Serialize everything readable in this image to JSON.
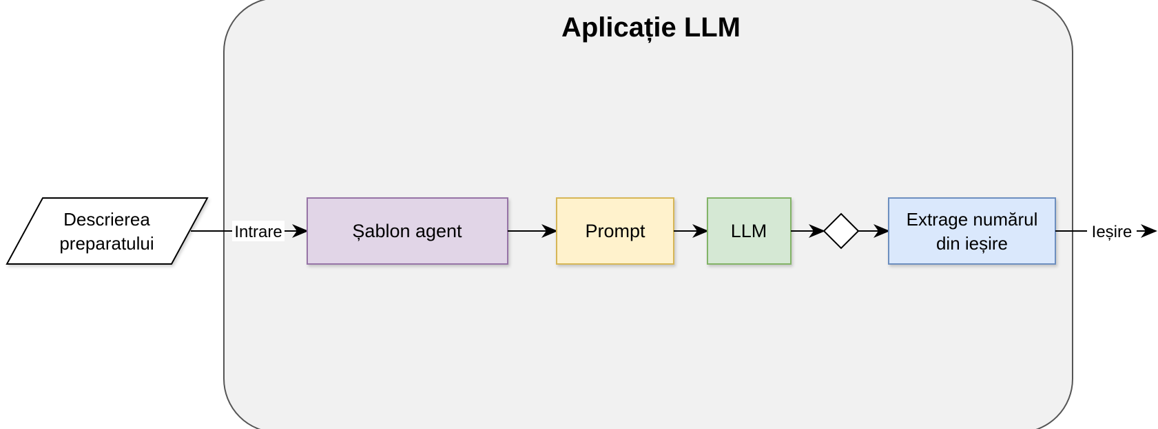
{
  "container": {
    "title": "Aplicație LLM",
    "fill": "#f1f1f1",
    "stroke": "#555555"
  },
  "input_node": {
    "line1": "Descrierea",
    "line2": "preparatului"
  },
  "edge_labels": {
    "input": "Intrare",
    "output": "Ieșire"
  },
  "steps": [
    {
      "label": "Șablon agent",
      "fill": "#e1d5e7",
      "stroke": "#9673a6"
    },
    {
      "label": "Prompt",
      "fill": "#fff2cc",
      "stroke": "#d6b656"
    },
    {
      "label": "LLM",
      "fill": "#d5e8d4",
      "stroke": "#82b366"
    }
  ],
  "extract_node": {
    "line1": "Extrage numărul",
    "line2": "din ieșire",
    "fill": "#dae8fc",
    "stroke": "#6c8ebf"
  }
}
